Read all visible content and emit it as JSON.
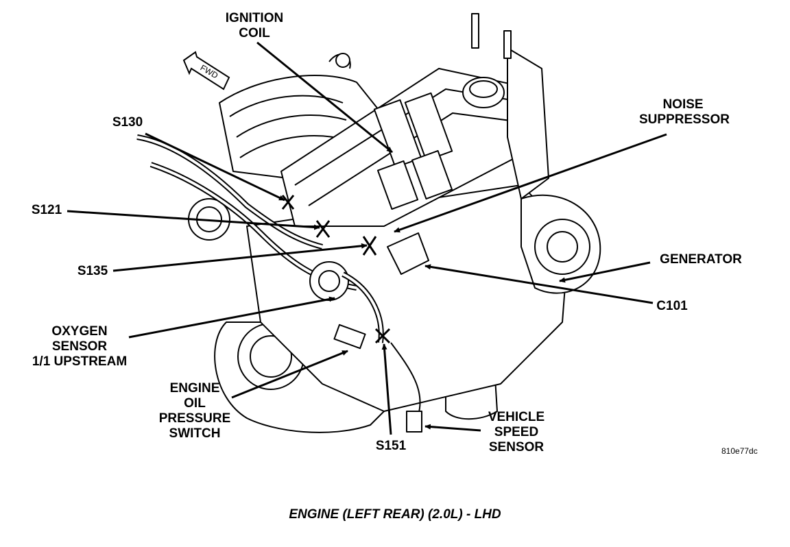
{
  "labels": {
    "ignition_coil": [
      "IGNITION",
      "COIL"
    ],
    "noise_suppressor": [
      "NOISE",
      "SUPPRESSOR"
    ],
    "s130": "S130",
    "s121": "S121",
    "s135": "S135",
    "generator": "GENERATOR",
    "c101": "C101",
    "oxygen_sensor": [
      "OXYGEN",
      "SENSOR",
      "1/1 UPSTREAM"
    ],
    "engine_oil_pressure_switch": [
      "ENGINE",
      "OIL",
      "PRESSURE",
      "SWITCH"
    ],
    "s151": "S151",
    "vehicle_speed_sensor": [
      "VEHICLE",
      "SPEED",
      "SENSOR"
    ],
    "fwd": "FWD"
  },
  "figure_id": "810e77dc",
  "caption": "ENGINE (LEFT REAR) (2.0L) - LHD"
}
